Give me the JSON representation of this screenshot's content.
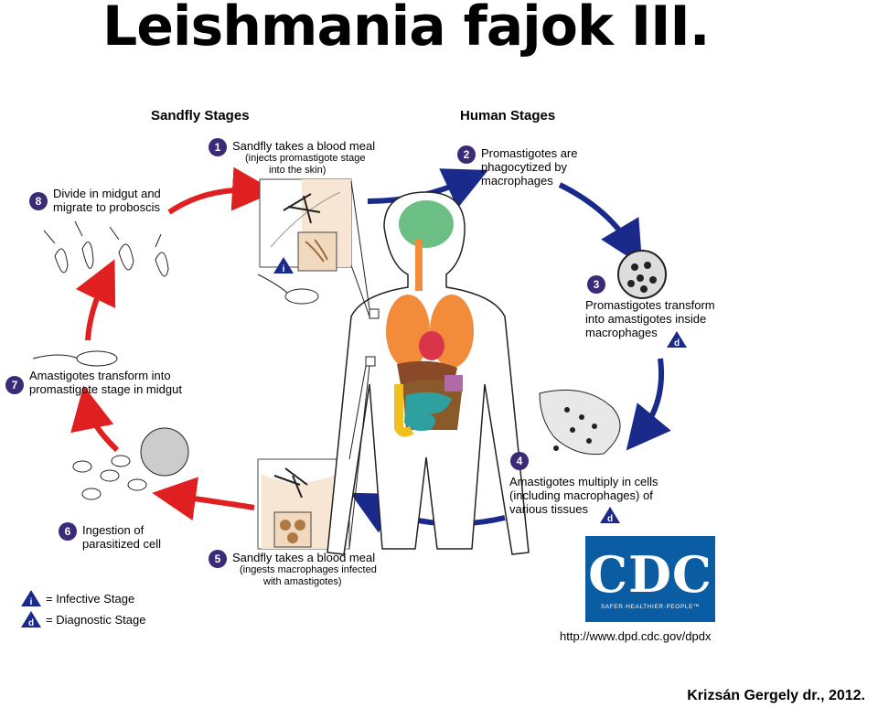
{
  "title": "Leishmania fajok III.",
  "headers": {
    "sandfly": "Sandfly Stages",
    "human": "Human Stages"
  },
  "steps": [
    {
      "num": "1",
      "text": "Sandfly takes a blood meal",
      "sub1": "(injects promastigote stage",
      "sub2": "into the skin)"
    },
    {
      "num": "2",
      "text1": "Promastigotes are",
      "text2": "phagocytized by",
      "text3": "macrophages"
    },
    {
      "num": "3",
      "text1": "Promastigotes transform",
      "text2": "into amastigotes inside",
      "text3": "macrophages"
    },
    {
      "num": "4",
      "text1": "Amastigotes multiply in cells",
      "text2": "(including macrophages) of",
      "text3": "various tissues"
    },
    {
      "num": "5",
      "text": "Sandfly takes a blood meal",
      "sub1": "(ingests macrophages infected",
      "sub2": "with amastigotes)"
    },
    {
      "num": "6",
      "text1": "Ingestion of",
      "text2": "parasitized cell"
    },
    {
      "num": "7",
      "text1": "Amastigotes transform into",
      "text2": "promastigote stage in midgut"
    },
    {
      "num": "8",
      "text1": "Divide in midgut and",
      "text2": "migrate to proboscis"
    }
  ],
  "stage_marks": {
    "infective": "i",
    "diagnostic": "d"
  },
  "legend": {
    "infective": "= Infective Stage",
    "diagnostic": "= Diagnostic Stage"
  },
  "logo": {
    "name": "CDC",
    "tagline": "SAFER·HEALTHIER·PEOPLE™"
  },
  "url": "http://www.dpd.cdc.gov/dpdx",
  "credit": "Krizsán Gergely dr., 2012.",
  "colors": {
    "sandfly_arrow": "#e02020",
    "human_arrow": "#1a2a8a",
    "step_badge": "#3b2a77",
    "logo_blue": "#0a5ca3"
  }
}
